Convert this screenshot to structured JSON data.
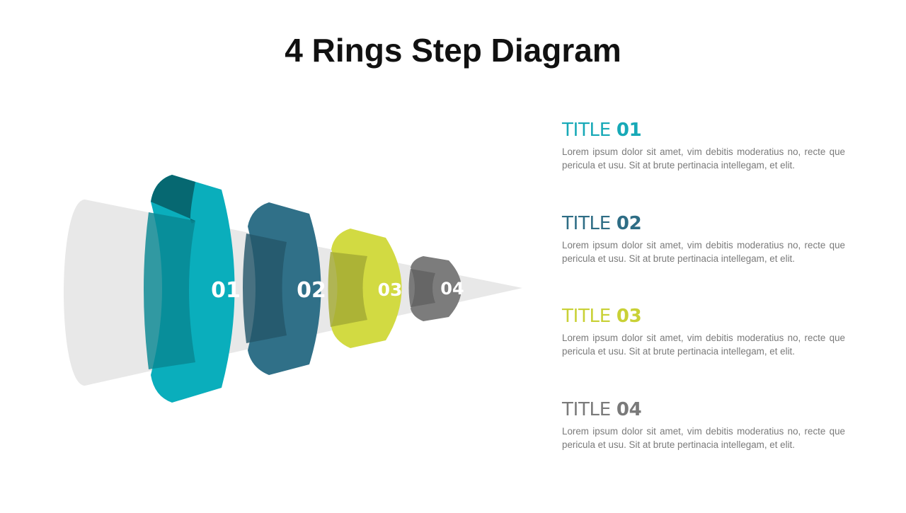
{
  "title": "4 Rings Step Diagram",
  "colors": {
    "cone": "#e8e8e8",
    "ring_01": "#0aaebc",
    "ring_02": "#307088",
    "ring_03": "#d2da42",
    "ring_04": "#7c7c7c",
    "title_01": "#17a9b7",
    "title_02": "#2e6d85",
    "title_03": "#c9d136",
    "title_04": "#7a7a7a"
  },
  "rings": [
    {
      "label": "01"
    },
    {
      "label": "02"
    },
    {
      "label": "03"
    },
    {
      "label": "04"
    }
  ],
  "items": [
    {
      "title_word": "TITLE",
      "title_num": "01",
      "text": "Lorem ipsum dolor sit amet, vim debitis moderatius no, recte que pericula et usu. Sit at brute pertinacia intellegam, et elit."
    },
    {
      "title_word": "TITLE",
      "title_num": "02",
      "text": "Lorem ipsum dolor sit amet, vim debitis moderatius no, recte que pericula et usu. Sit at brute pertinacia intellegam, et elit."
    },
    {
      "title_word": "TITLE",
      "title_num": "03",
      "text": "Lorem ipsum dolor sit amet, vim debitis moderatius no, recte que pericula et usu. Sit at brute pertinacia intellegam, et elit."
    },
    {
      "title_word": "TITLE",
      "title_num": "04",
      "text": "Lorem ipsum dolor sit amet, vim debitis moderatius no, recte que pericula et usu. Sit at brute pertinacia intellegam, et elit."
    }
  ]
}
